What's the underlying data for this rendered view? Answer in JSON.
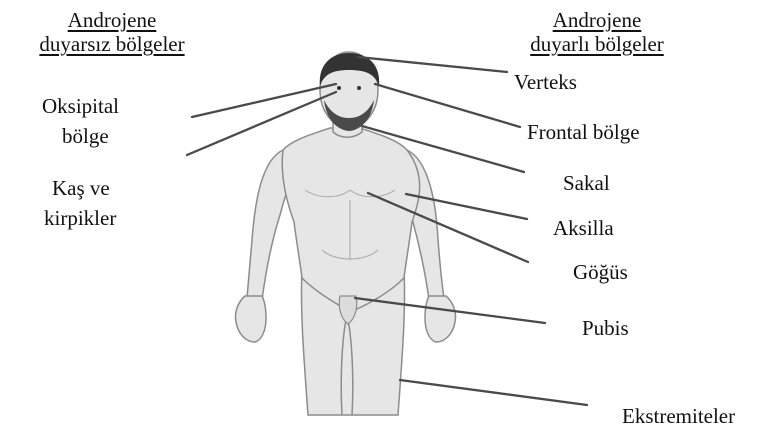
{
  "headings": {
    "left": {
      "line1": "Androjene",
      "line2": "duyarsız bölgeler"
    },
    "right": {
      "line1": "Androjene",
      "line2": "duyarlı bölgeler"
    }
  },
  "labels": {
    "oksipital_1": "Oksipital",
    "oksipital_2": "bölge",
    "kas_1": "Kaş ve",
    "kas_2": "kirpikler",
    "verteks": "Verteks",
    "frontal": "Frontal bölge",
    "sakal": "Sakal",
    "aksilla": "Aksilla",
    "gogus": "Göğüs",
    "pubis": "Pubis",
    "ekstremiteler": "Ekstremiteler"
  },
  "colors": {
    "skin": "#e6e6e6",
    "skin_outline": "#8c8c8c",
    "hair": "#333333",
    "line": "#4a4a4a",
    "text": "#111111"
  }
}
